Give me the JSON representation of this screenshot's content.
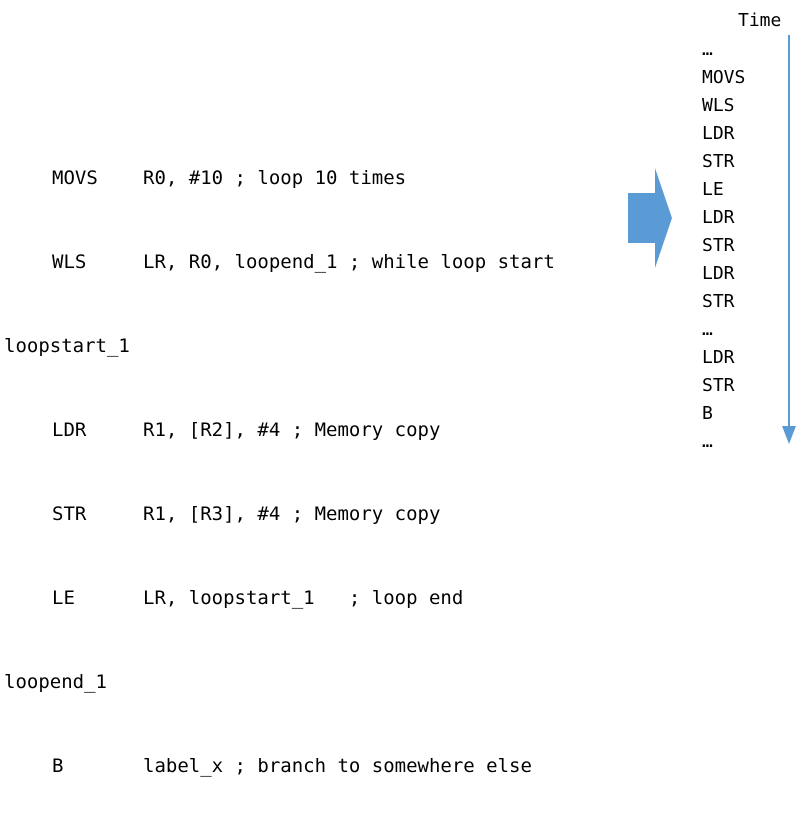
{
  "colors": {
    "accent": "#5b9bd5",
    "text": "#000000",
    "background": "#ffffff"
  },
  "code_lines": [
    {
      "label": "",
      "op": "MOVS",
      "operands": "R0, #10 ; loop 10 times"
    },
    {
      "label": "",
      "op": "WLS",
      "operands": "LR, R0, loopend_1 ; while loop start"
    },
    {
      "label": "loopstart_1",
      "op": "",
      "operands": ""
    },
    {
      "label": "",
      "op": "LDR",
      "operands": "R1, [R2], #4 ; Memory copy"
    },
    {
      "label": "",
      "op": "STR",
      "operands": "R1, [R3], #4 ; Memory copy"
    },
    {
      "label": "",
      "op": "LE",
      "operands": "LR, loopstart_1   ; loop end"
    },
    {
      "label": "loopend_1",
      "op": "",
      "operands": ""
    },
    {
      "label": "",
      "op": "B",
      "operands": "label_x ; branch to somewhere else"
    }
  ],
  "timeline": {
    "title": "Time",
    "steps": [
      "…",
      "MOVS",
      "WLS",
      "LDR",
      "STR",
      "LE",
      "LDR",
      "STR",
      "LDR",
      "STR",
      "…",
      "LDR",
      "STR",
      "B",
      "…"
    ]
  },
  "icons": {
    "block_arrow": "right-block-arrow-icon",
    "time_arrow": "down-arrow-icon"
  }
}
